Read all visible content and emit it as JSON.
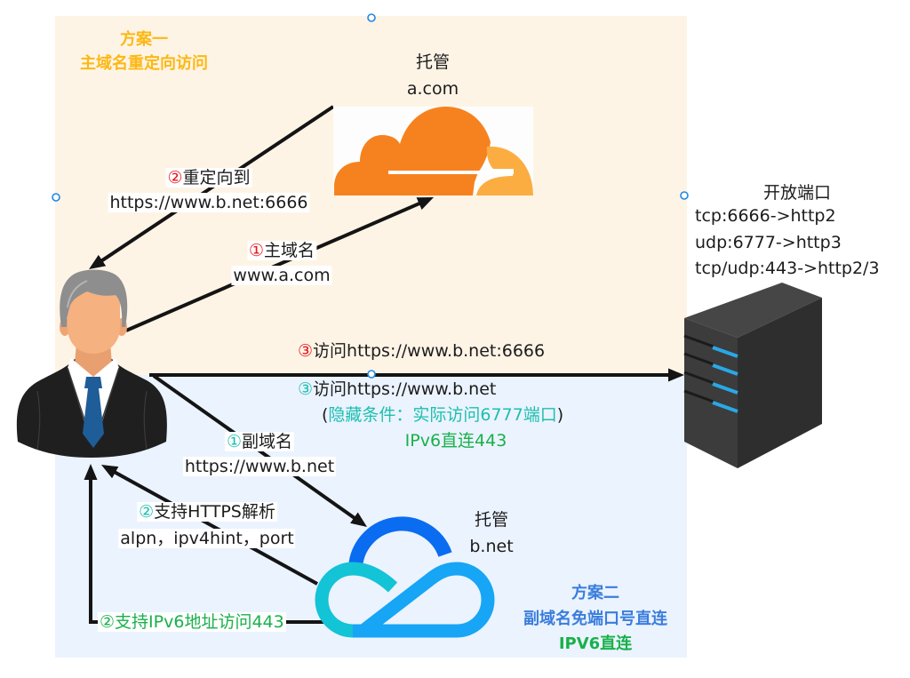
{
  "scheme1": {
    "title": "方案一",
    "subtitle": "主域名重定向访问"
  },
  "scheme2": {
    "title": "方案二",
    "subtitle": "副域名免端口号直连",
    "note": "IPV6直连"
  },
  "cloudflare": {
    "host_label": "托管",
    "domain": "a.com",
    "icon": "cloudflare-cloud-icon"
  },
  "tencent": {
    "host_label": "托管",
    "domain": "b.net",
    "icon": "tencent-cloud-icon"
  },
  "server": {
    "title": "开放端口",
    "ports": [
      "tcp:6666->http2",
      "udp:6777->http3",
      "tcp/udp:443->http2/3"
    ],
    "icon": "server-icon"
  },
  "user": {
    "icon": "user-avatar-icon"
  },
  "flows": {
    "s1_step1": {
      "num": "①",
      "title": "主域名",
      "detail": "www.a.com"
    },
    "s1_step2": {
      "num": "②",
      "title": "重定向到",
      "detail": "https://www.b.net:6666"
    },
    "s1_step3": {
      "num": "③",
      "title": "访问https://www.b.net:6666"
    },
    "s2_step1": {
      "num": "①",
      "title": "副域名",
      "detail": "https://www.b.net"
    },
    "s2_step2_https": {
      "num": "②",
      "title": "支持HTTPS解析",
      "detail": "alpn，ipv4hint，port"
    },
    "s2_step2_ipv6": {
      "num": "②",
      "title": "支持IPv6地址访问443"
    },
    "s2_step3": {
      "num": "③",
      "title": "访问https://www.b.net",
      "paren_open": "(",
      "hidden_condition": "隐藏条件：实际访问6777端口",
      "paren_close": ")",
      "ipv6_note": "IPv6直连443"
    }
  },
  "colors": {
    "scheme1_accent": "#fcb813",
    "scheme2_accent": "#3a7ddc",
    "ipv6_green": "#19b04b",
    "step_red": "#e8161e",
    "step_teal": "#1dbfb0",
    "panel_scheme1_bg": "#fef4e6",
    "panel_scheme2_bg": "#ebf3fe",
    "cloudflare_orange": "#f6821f",
    "cloudflare_light_orange": "#fbad41",
    "tencent_blue": "#0a6cf0",
    "tencent_cyan": "#13c3d6",
    "tencent_light_blue": "#17a5f5",
    "server_led": "#29a8e8",
    "handle_blue": "#1e88e5"
  }
}
